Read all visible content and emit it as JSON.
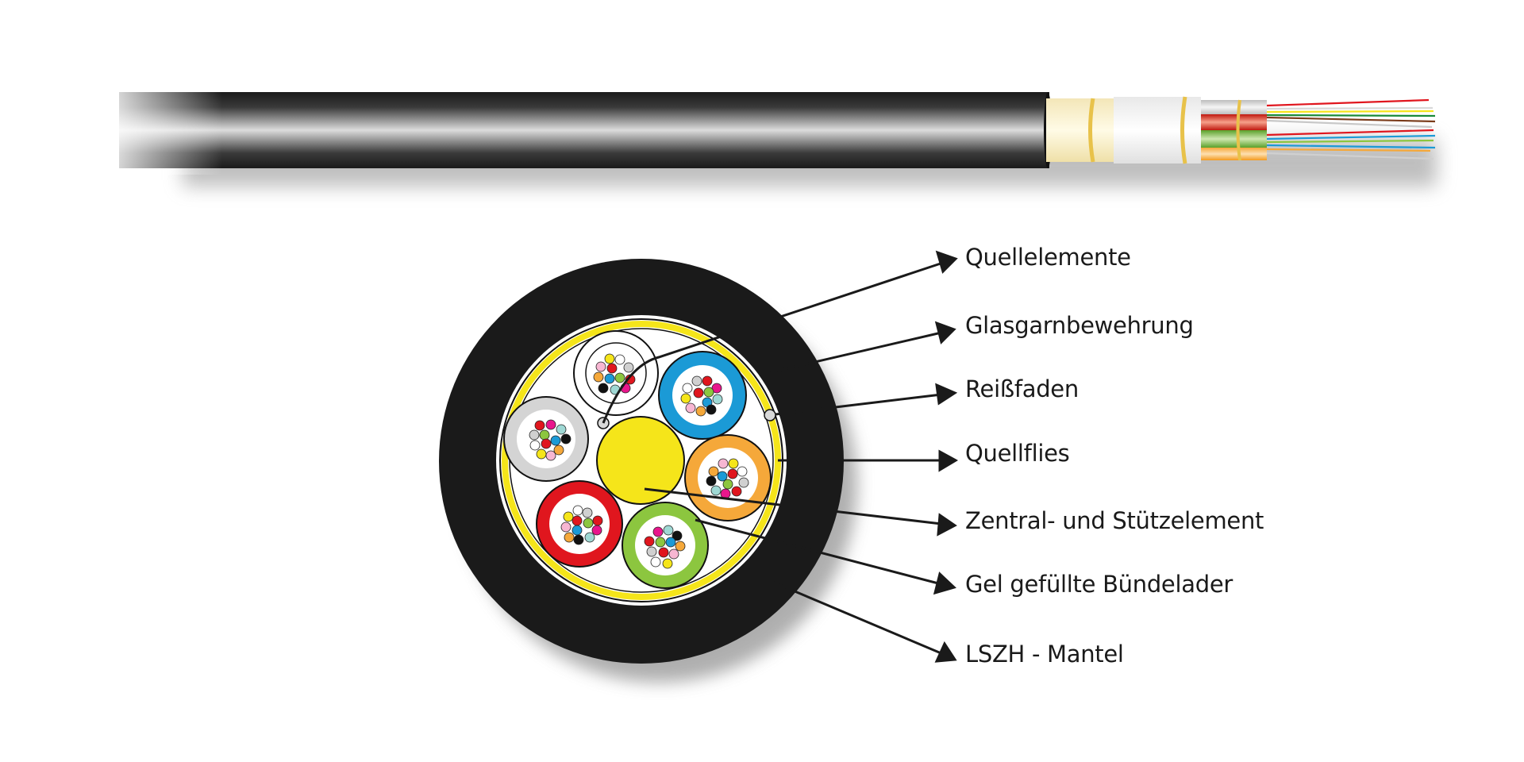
{
  "diagram": {
    "type": "cable-cross-section",
    "colors": {
      "jacket": "#1a1a1a",
      "central_element": "#f5e51a",
      "swelling_tape": "#f8f090",
      "armour_tape": "#fbf3cf"
    },
    "labels": [
      {
        "id": "quellelemente",
        "text": "Quellelemente"
      },
      {
        "id": "glasgarnbewehrung",
        "text": "Glasgarnbewehrung"
      },
      {
        "id": "reissfaden",
        "text": "Reißfaden"
      },
      {
        "id": "quellflies",
        "text": "Quellflies"
      },
      {
        "id": "zentralelement",
        "text": "Zentral- und Stützelement"
      },
      {
        "id": "buendelader",
        "text": "Gel gefüllte Bündelader"
      },
      {
        "id": "mantel",
        "text": "LSZH - Mantel"
      }
    ],
    "loose_tubes": [
      {
        "color": "white",
        "hex": "#ffffff"
      },
      {
        "color": "blue",
        "hex": "#1b9ad6"
      },
      {
        "color": "grey",
        "hex": "#d4d4d4"
      },
      {
        "color": "orange",
        "hex": "#f5a83a"
      },
      {
        "color": "red",
        "hex": "#e0161e"
      },
      {
        "color": "green",
        "hex": "#8cc63f"
      }
    ]
  }
}
